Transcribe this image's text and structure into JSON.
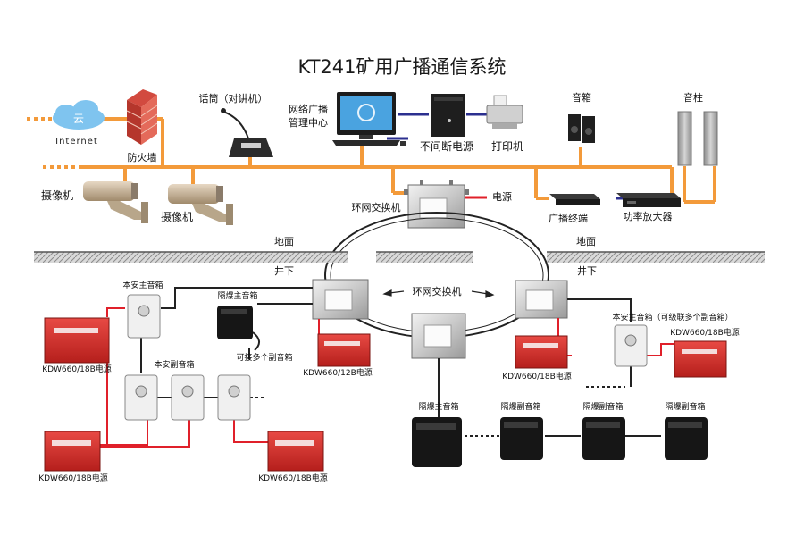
{
  "title": "KT241矿用广播通信系统",
  "colors": {
    "bus": "#f39a3a",
    "power_line": "#e0202a",
    "data_line": "#2b2f8f",
    "ground": "#8c8c8c",
    "cloud": "#7fc4ef",
    "red_box": "#d8302c"
  },
  "surface": {
    "cloud_symbol": "云",
    "internet": "Internet",
    "firewall": "防火墙",
    "microphone": "话筒（对讲机）",
    "mgmt_center_line1": "网络广播",
    "mgmt_center_line2": "管理中心",
    "ups": "不间断电源",
    "printer": "打印机",
    "speaker": "音箱",
    "speaker_column": "音柱",
    "camera_1": "摄像机",
    "camera_2": "摄像机",
    "power": "电源",
    "ring_switch_top": "环网交换机",
    "broadcast_terminal": "广播终端",
    "amplifier": "功率放大器"
  },
  "ground": {
    "left": "地面",
    "right": "地面",
    "below_left": "井下",
    "below_right": "井下"
  },
  "underground": {
    "ring_switch": "环网交换机",
    "safe_main_box": "本安主音箱",
    "safe_sub_box": "本安副音箱",
    "psu_left_top": "KDW660/18B电源",
    "psu_left_bottom": "KDW660/18B电源",
    "psu_center_bottom": "KDW660/18B电源",
    "explosion_proof_main": "隔爆主音箱",
    "explosion_proof_note": "可接多个副音箱",
    "psu_12b": "KDW660/12B电源",
    "psu_right_center": "KDW660/18B电源",
    "safe_main_box_right": "本安主音箱（可级联多个副音箱）",
    "psu_right": "KDW660/18B电源",
    "explosion_proof_main_bottom": "隔爆主音箱",
    "explosion_proof_sub_1": "隔爆副音箱",
    "explosion_proof_sub_2": "隔爆副音箱",
    "explosion_proof_sub_3": "隔爆副音箱"
  }
}
